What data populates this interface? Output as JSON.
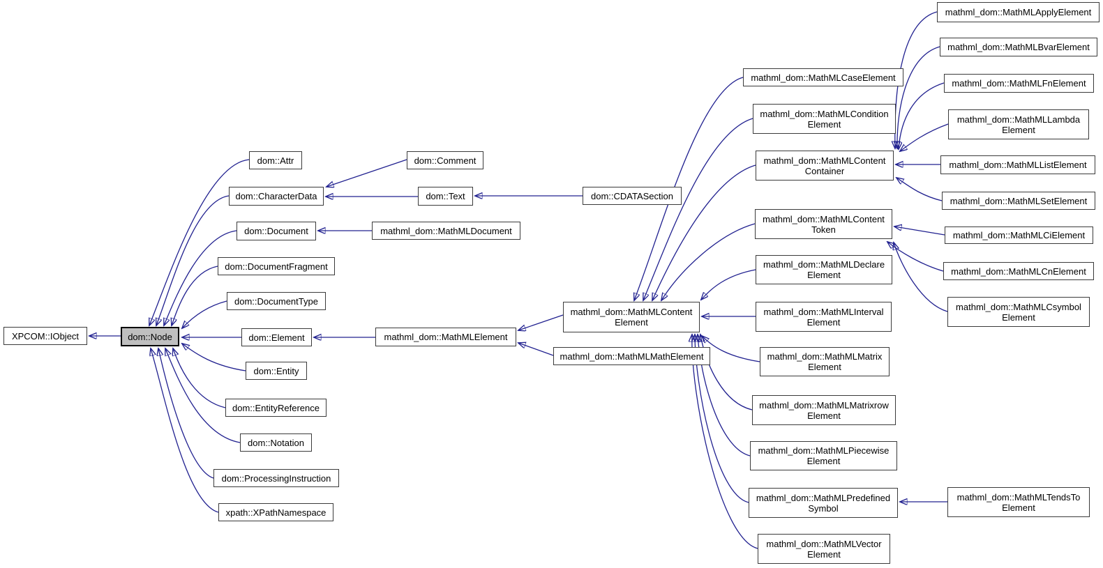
{
  "diagram": {
    "type": "class-inheritance-graph",
    "colors": {
      "edge": "#20208f",
      "box_border": "#3a3a3a",
      "box_fill": "#ffffff",
      "selected_fill": "#bfbfbf",
      "text": "#000000"
    },
    "nodes": [
      {
        "id": "xpcom-iobject",
        "label": "XPCOM::IObject",
        "selected": false
      },
      {
        "id": "dom-node",
        "label": "dom::Node",
        "selected": true
      },
      {
        "id": "dom-attr",
        "label": "dom::Attr",
        "selected": false
      },
      {
        "id": "dom-characterdata",
        "label": "dom::CharacterData",
        "selected": false
      },
      {
        "id": "dom-document",
        "label": "dom::Document",
        "selected": false
      },
      {
        "id": "dom-documentfragment",
        "label": "dom::DocumentFragment",
        "selected": false
      },
      {
        "id": "dom-documenttype",
        "label": "dom::DocumentType",
        "selected": false
      },
      {
        "id": "dom-element",
        "label": "dom::Element",
        "selected": false
      },
      {
        "id": "dom-entity",
        "label": "dom::Entity",
        "selected": false
      },
      {
        "id": "dom-entityreference",
        "label": "dom::EntityReference",
        "selected": false
      },
      {
        "id": "dom-notation",
        "label": "dom::Notation",
        "selected": false
      },
      {
        "id": "dom-processinginstruction",
        "label": "dom::ProcessingInstruction",
        "selected": false
      },
      {
        "id": "xpath-xpathnamespace",
        "label": "xpath::XPathNamespace",
        "selected": false
      },
      {
        "id": "dom-comment",
        "label": "dom::Comment",
        "selected": false
      },
      {
        "id": "dom-text",
        "label": "dom::Text",
        "selected": false
      },
      {
        "id": "dom-cdatasection",
        "label": "dom::CDATASection",
        "selected": false
      },
      {
        "id": "mathml-document",
        "label": "mathml_dom::MathMLDocument",
        "selected": false
      },
      {
        "id": "mathml-element",
        "label": "mathml_dom::MathMLElement",
        "selected": false
      },
      {
        "id": "mathml-contentelement",
        "label": "mathml_dom::MathMLContent\nElement",
        "selected": false
      },
      {
        "id": "mathml-mathelement",
        "label": "mathml_dom::MathMLMathElement",
        "selected": false
      },
      {
        "id": "mathml-caseelement",
        "label": "mathml_dom::MathMLCaseElement",
        "selected": false
      },
      {
        "id": "mathml-conditionelement",
        "label": "mathml_dom::MathMLCondition\nElement",
        "selected": false
      },
      {
        "id": "mathml-contentcontainer",
        "label": "mathml_dom::MathMLContent\nContainer",
        "selected": false
      },
      {
        "id": "mathml-contenttoken",
        "label": "mathml_dom::MathMLContent\nToken",
        "selected": false
      },
      {
        "id": "mathml-declareelement",
        "label": "mathml_dom::MathMLDeclare\nElement",
        "selected": false
      },
      {
        "id": "mathml-intervalelement",
        "label": "mathml_dom::MathMLInterval\nElement",
        "selected": false
      },
      {
        "id": "mathml-matrixelement",
        "label": "mathml_dom::MathMLMatrix\nElement",
        "selected": false
      },
      {
        "id": "mathml-matrixrowelement",
        "label": "mathml_dom::MathMLMatrixrow\nElement",
        "selected": false
      },
      {
        "id": "mathml-piecewiseelement",
        "label": "mathml_dom::MathMLPiecewise\nElement",
        "selected": false
      },
      {
        "id": "mathml-predefinedsymbol",
        "label": "mathml_dom::MathMLPredefined\nSymbol",
        "selected": false
      },
      {
        "id": "mathml-vectorelement",
        "label": "mathml_dom::MathMLVector\nElement",
        "selected": false
      },
      {
        "id": "mathml-applyelement",
        "label": "mathml_dom::MathMLApplyElement",
        "selected": false
      },
      {
        "id": "mathml-bvarelement",
        "label": "mathml_dom::MathMLBvarElement",
        "selected": false
      },
      {
        "id": "mathml-fnelement",
        "label": "mathml_dom::MathMLFnElement",
        "selected": false
      },
      {
        "id": "mathml-lambdaelement",
        "label": "mathml_dom::MathMLLambda\nElement",
        "selected": false
      },
      {
        "id": "mathml-listelement",
        "label": "mathml_dom::MathMLListElement",
        "selected": false
      },
      {
        "id": "mathml-setelement",
        "label": "mathml_dom::MathMLSetElement",
        "selected": false
      },
      {
        "id": "mathml-cielement",
        "label": "mathml_dom::MathMLCiElement",
        "selected": false
      },
      {
        "id": "mathml-cnelement",
        "label": "mathml_dom::MathMLCnElement",
        "selected": false
      },
      {
        "id": "mathml-csymbolelement",
        "label": "mathml_dom::MathMLCsymbol\nElement",
        "selected": false
      },
      {
        "id": "mathml-tendstoelement",
        "label": "mathml_dom::MathMLTendsTo\nElement",
        "selected": false
      }
    ],
    "edges": [
      {
        "from": "dom-node",
        "to": "xpcom-iobject"
      },
      {
        "from": "dom-attr",
        "to": "dom-node"
      },
      {
        "from": "dom-characterdata",
        "to": "dom-node"
      },
      {
        "from": "dom-document",
        "to": "dom-node"
      },
      {
        "from": "dom-documentfragment",
        "to": "dom-node"
      },
      {
        "from": "dom-documenttype",
        "to": "dom-node"
      },
      {
        "from": "dom-element",
        "to": "dom-node"
      },
      {
        "from": "dom-entity",
        "to": "dom-node"
      },
      {
        "from": "dom-entityreference",
        "to": "dom-node"
      },
      {
        "from": "dom-notation",
        "to": "dom-node"
      },
      {
        "from": "dom-processinginstruction",
        "to": "dom-node"
      },
      {
        "from": "xpath-xpathnamespace",
        "to": "dom-node"
      },
      {
        "from": "dom-comment",
        "to": "dom-characterdata"
      },
      {
        "from": "dom-text",
        "to": "dom-characterdata"
      },
      {
        "from": "dom-cdatasection",
        "to": "dom-text"
      },
      {
        "from": "mathml-document",
        "to": "dom-document"
      },
      {
        "from": "mathml-element",
        "to": "dom-element"
      },
      {
        "from": "mathml-contentelement",
        "to": "mathml-element"
      },
      {
        "from": "mathml-mathelement",
        "to": "mathml-element"
      },
      {
        "from": "mathml-caseelement",
        "to": "mathml-contentelement"
      },
      {
        "from": "mathml-conditionelement",
        "to": "mathml-contentelement"
      },
      {
        "from": "mathml-contentcontainer",
        "to": "mathml-contentelement"
      },
      {
        "from": "mathml-contenttoken",
        "to": "mathml-contentelement"
      },
      {
        "from": "mathml-declareelement",
        "to": "mathml-contentelement"
      },
      {
        "from": "mathml-intervalelement",
        "to": "mathml-contentelement"
      },
      {
        "from": "mathml-matrixelement",
        "to": "mathml-contentelement"
      },
      {
        "from": "mathml-matrixrowelement",
        "to": "mathml-contentelement"
      },
      {
        "from": "mathml-piecewiseelement",
        "to": "mathml-contentelement"
      },
      {
        "from": "mathml-predefinedsymbol",
        "to": "mathml-contentelement"
      },
      {
        "from": "mathml-vectorelement",
        "to": "mathml-contentelement"
      },
      {
        "from": "mathml-applyelement",
        "to": "mathml-contentcontainer"
      },
      {
        "from": "mathml-bvarelement",
        "to": "mathml-contentcontainer"
      },
      {
        "from": "mathml-fnelement",
        "to": "mathml-contentcontainer"
      },
      {
        "from": "mathml-lambdaelement",
        "to": "mathml-contentcontainer"
      },
      {
        "from": "mathml-listelement",
        "to": "mathml-contentcontainer"
      },
      {
        "from": "mathml-setelement",
        "to": "mathml-contentcontainer"
      },
      {
        "from": "mathml-cielement",
        "to": "mathml-contenttoken"
      },
      {
        "from": "mathml-cnelement",
        "to": "mathml-contenttoken"
      },
      {
        "from": "mathml-csymbolelement",
        "to": "mathml-contenttoken"
      },
      {
        "from": "mathml-tendstoelement",
        "to": "mathml-predefinedsymbol"
      }
    ]
  }
}
